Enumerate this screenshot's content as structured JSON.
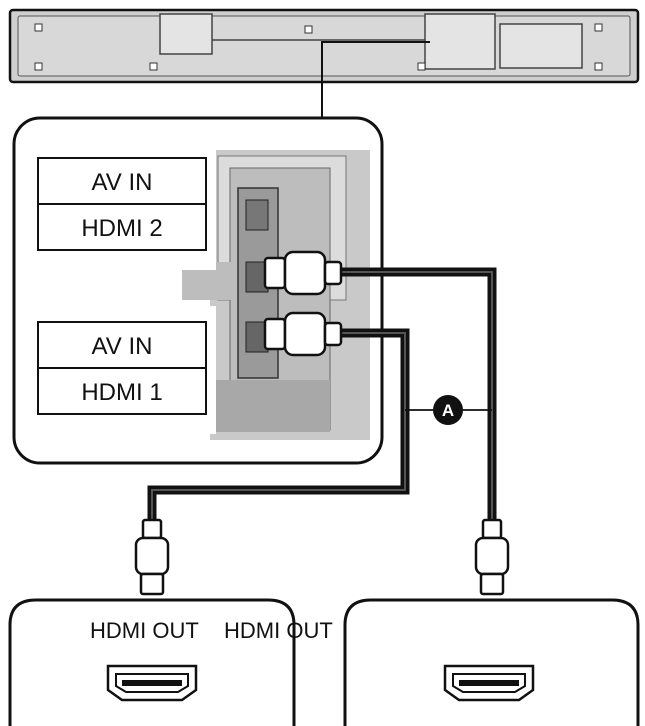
{
  "colors": {
    "line": "#111111",
    "device_fill": "#d4d4d4",
    "device_dark": "#8c8c8c",
    "background": "#ffffff",
    "badge": "#111111"
  },
  "tv_panel": {
    "port_upper": {
      "line1": "AV IN",
      "line2": "HDMI 2"
    },
    "port_lower": {
      "line1": "AV IN",
      "line2": "HDMI 1"
    }
  },
  "cable_marker": "A",
  "devices": {
    "left": {
      "label": "HDMI OUT",
      "icon": "hdmi-port-icon"
    },
    "right": {
      "label": "HDMI OUT",
      "icon": "hdmi-port-icon"
    }
  }
}
